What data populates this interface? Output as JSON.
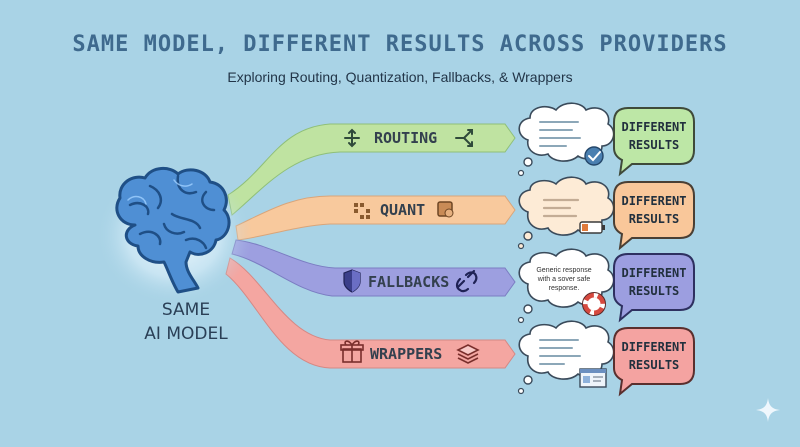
{
  "title": "SAME MODEL, DIFFERENT RESULTS ACROSS PROVIDERS",
  "subtitle": "Exploring Routing, Quantization, Fallbacks, & Wrappers",
  "model": {
    "line1": "SAME",
    "line2": "AI MODEL",
    "icon": "brain-icon"
  },
  "streams": [
    {
      "label": "ROUTING",
      "color": "#bfe3a1",
      "icons": [
        "arrows-icon",
        "fork-icon"
      ],
      "bubble": {
        "icon": "checkmark-icon"
      },
      "result": {
        "line1": "DIFFERENT",
        "line2": "RESULTS",
        "fill": "#bde7a6"
      }
    },
    {
      "label": "QUANT",
      "color": "#f8c99d",
      "icons": [
        "grid-icon",
        "cube-icon"
      ],
      "bubble": {
        "icon": "battery-icon"
      },
      "result": {
        "line1": "DIFFERENT",
        "line2": "RESULTS",
        "fill": "#f9c79a"
      }
    },
    {
      "label": "FALLBACKS",
      "color": "#9d9fe0",
      "icons": [
        "shield-icon",
        "broken-link-icon"
      ],
      "bubble": {
        "text": "Generic response with a sover safe response.",
        "icon": "lifebuoy-icon"
      },
      "result": {
        "line1": "DIFFERENT",
        "line2": "RESULTS",
        "fill": "#9c9ee0"
      }
    },
    {
      "label": "WRAPPERS",
      "color": "#f4a6a1",
      "icons": [
        "gift-icon",
        "layers-icon"
      ],
      "bubble": {
        "icon": "window-icon"
      },
      "result": {
        "line1": "DIFFERENT",
        "line2": "RESULTS",
        "fill": "#f4a3a1"
      }
    }
  ],
  "sparkle_icon": "sparkle-icon"
}
